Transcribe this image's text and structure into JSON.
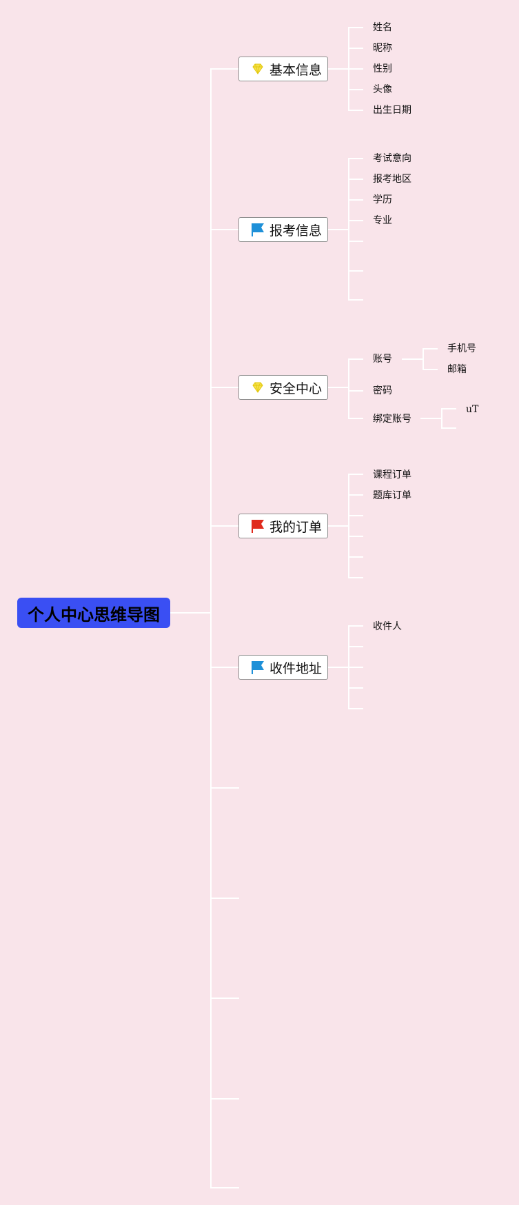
{
  "root": {
    "label": "个人中心思维导图",
    "color": "#3a4ff3"
  },
  "background": "#f9e4ea",
  "branches": [
    {
      "label": "基本信息",
      "icon": "diamond-icon",
      "children": [
        "姓名",
        "昵称",
        "性别",
        "头像",
        "出生日期"
      ]
    },
    {
      "label": "报考信息",
      "icon": "blue-flag-icon",
      "children": [
        "考试意向",
        "报考地区",
        "学历",
        "专业"
      ]
    },
    {
      "label": "安全中心",
      "icon": "diamond-icon",
      "children": [
        "账号",
        "密码",
        "绑定账号"
      ],
      "grandchildren": {
        "账号": [
          "手机号",
          "邮箱"
        ],
        "绑定账号": [
          "uT"
        ]
      }
    },
    {
      "label": "我的订单",
      "icon": "red-flag-icon",
      "children": [
        "课程订单",
        "题库订单"
      ]
    },
    {
      "label": "收件地址",
      "icon": "blue-flag-icon",
      "children": [
        "收件人"
      ]
    }
  ],
  "colors": {
    "diamond": "#f5e14a",
    "blue_flag": "#1e90d8",
    "red_flag": "#e02a1c"
  }
}
